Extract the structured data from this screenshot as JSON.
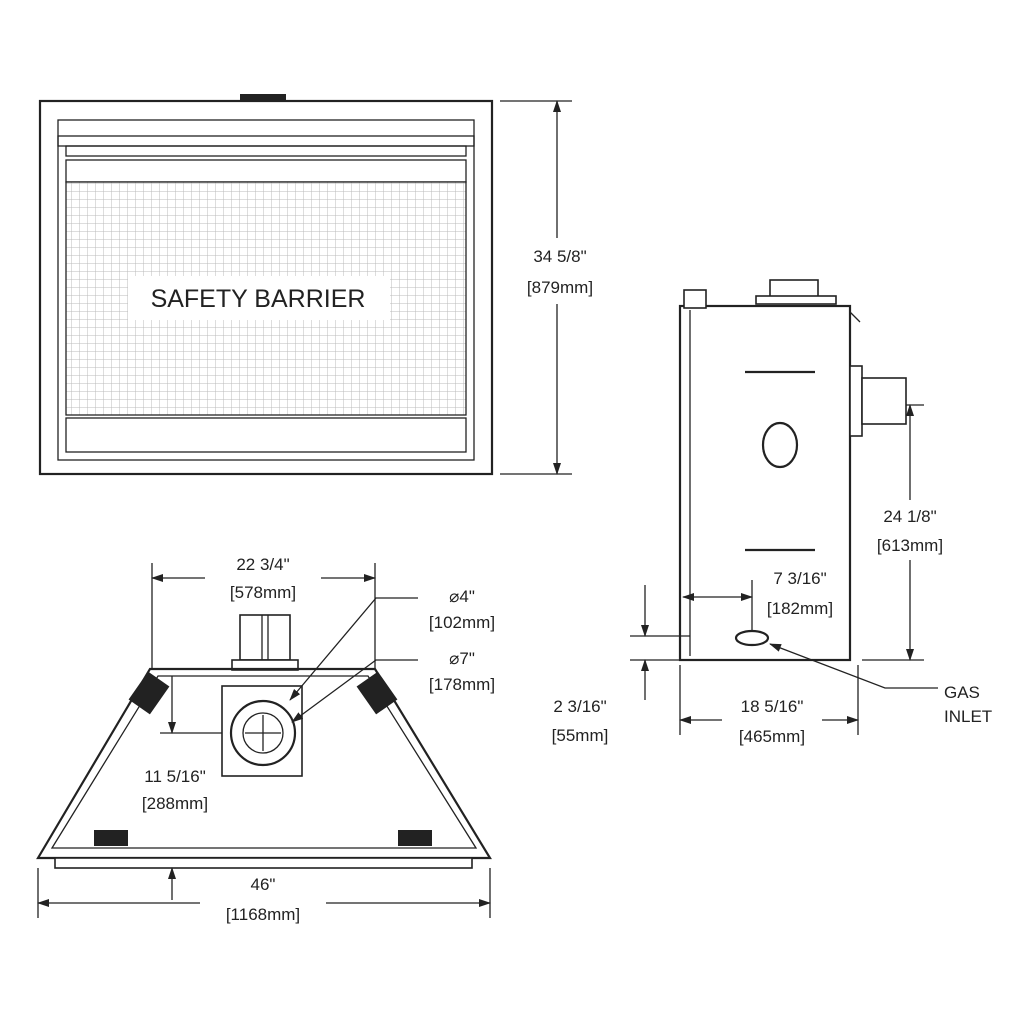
{
  "front_view": {
    "label": "SAFETY BARRIER",
    "height_in": "34 5/8\"",
    "height_mm": "[879mm]"
  },
  "top_view": {
    "vent_offset_in": "22 3/4\"",
    "vent_offset_mm": "[578mm]",
    "inner_dia_in": "⌀4\"",
    "inner_dia_mm": "[102mm]",
    "outer_dia_in": "⌀7\"",
    "outer_dia_mm": "[178mm]",
    "depth_in": "11 5/16\"",
    "depth_mm": "[288mm]",
    "width_in": "46\"",
    "width_mm": "[1168mm]"
  },
  "side_view": {
    "vent_height_in": "24 1/8\"",
    "vent_height_mm": "[613mm]",
    "gas_offset_in": "7 3/16\"",
    "gas_offset_mm": "[182mm]",
    "gas_height_in": "2 3/16\"",
    "gas_height_mm": "[55mm]",
    "depth_in": "18 5/16\"",
    "depth_mm": "[465mm]",
    "gas_label_line1": "GAS",
    "gas_label_line2": "INLET"
  }
}
